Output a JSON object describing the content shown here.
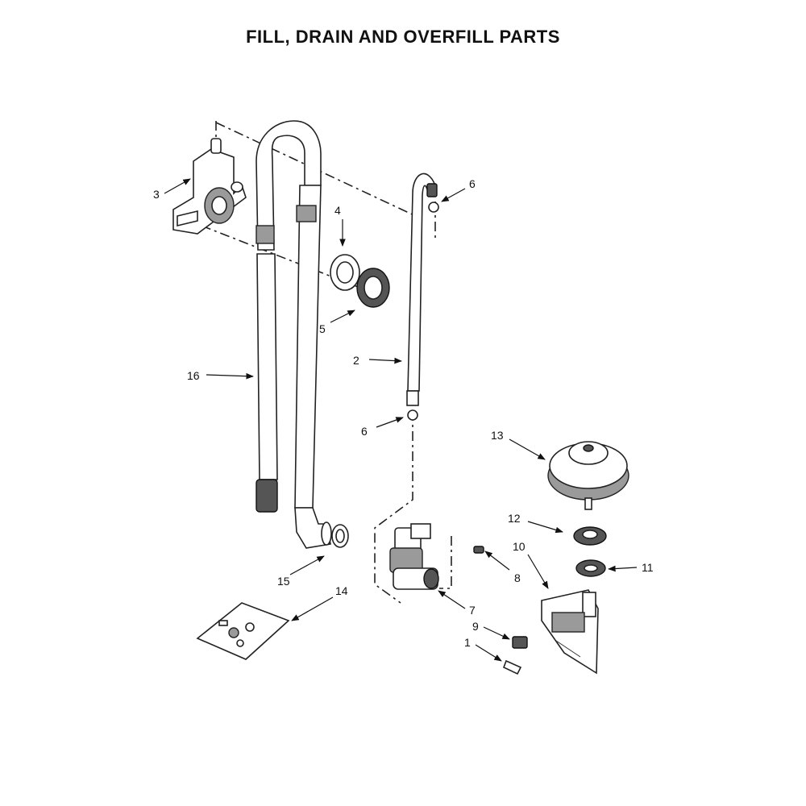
{
  "title": "FILL, DRAIN AND OVERFILL PARTS",
  "callouts": {
    "p1": "1",
    "p2": "2",
    "p3": "3",
    "p4": "4",
    "p5": "5",
    "p6a": "6",
    "p6b": "6",
    "p7": "7",
    "p8": "8",
    "p9": "9",
    "p10": "10",
    "p11": "11",
    "p12": "12",
    "p13": "13",
    "p14": "14",
    "p15": "15",
    "p16": "16"
  }
}
